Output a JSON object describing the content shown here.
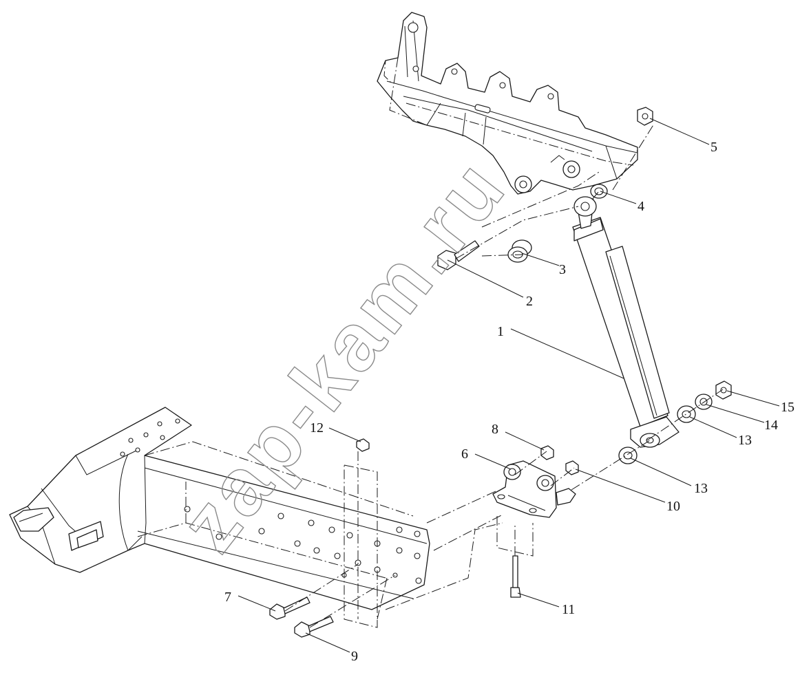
{
  "watermark": "zap-kam.ru",
  "callouts": [
    {
      "id": "1",
      "label": "1"
    },
    {
      "id": "2",
      "label": "2"
    },
    {
      "id": "3",
      "label": "3"
    },
    {
      "id": "4",
      "label": "4"
    },
    {
      "id": "5",
      "label": "5"
    },
    {
      "id": "6",
      "label": "6"
    },
    {
      "id": "7",
      "label": "7"
    },
    {
      "id": "8",
      "label": "8"
    },
    {
      "id": "9",
      "label": "9"
    },
    {
      "id": "10",
      "label": "10"
    },
    {
      "id": "11",
      "label": "11"
    },
    {
      "id": "12",
      "label": "12"
    },
    {
      "id": "13a",
      "label": "13"
    },
    {
      "id": "13b",
      "label": "13"
    },
    {
      "id": "14",
      "label": "14"
    },
    {
      "id": "15",
      "label": "15"
    }
  ]
}
